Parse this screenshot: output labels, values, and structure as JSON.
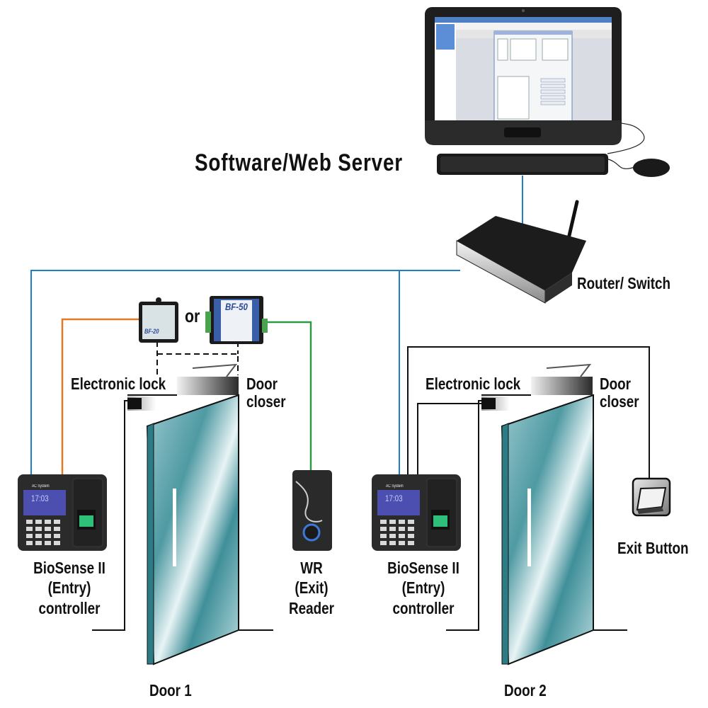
{
  "title": "Software/Web Server",
  "router_label": "Router/ Switch",
  "or_label": "or",
  "bridge_a_label": "BF-20",
  "bridge_b_label": "BF-50",
  "door1": {
    "lock_label": "Electronic lock",
    "closer_label_1": "Door",
    "closer_label_2": "closer",
    "controller_label_1": "BioSense II",
    "controller_label_2": "(Entry)",
    "controller_label_3": "controller",
    "reader_label_1": "WR",
    "reader_label_2": "(Exit)",
    "reader_label_3": "Reader",
    "door_label": "Door 1"
  },
  "door2": {
    "lock_label": "Electronic lock",
    "closer_label_1": "Door",
    "closer_label_2": "closer",
    "controller_label_1": "BioSense II",
    "controller_label_2": "(Entry)",
    "controller_label_3": "controller",
    "exit_button_label": "Exit Button",
    "door_label": "Door 2"
  },
  "device_screen": {
    "brand": "AC System",
    "time": "17:03"
  },
  "colors": {
    "network_line": "#1f7fc4",
    "orange_wire": "#e07a26",
    "green_wire": "#2e9a48",
    "black_wire": "#111111",
    "glass": "#5aa5ad"
  }
}
